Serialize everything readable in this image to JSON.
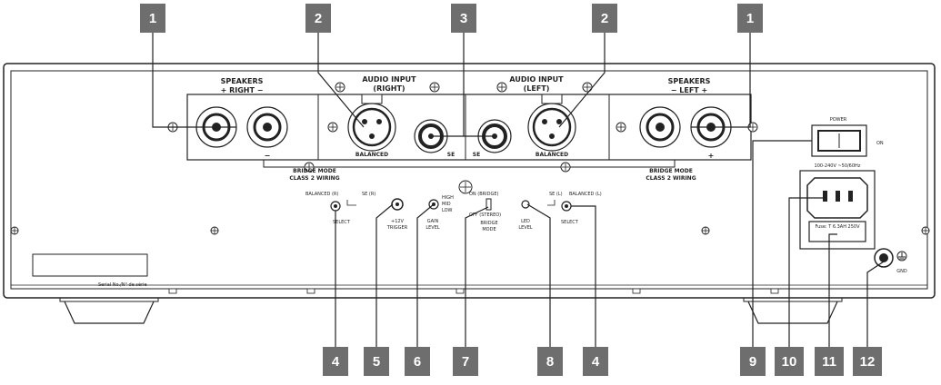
{
  "callouts": [
    {
      "id": "top-1-left",
      "label": "1"
    },
    {
      "id": "top-2-left",
      "label": "2"
    },
    {
      "id": "top-3",
      "label": "3"
    },
    {
      "id": "top-2-right",
      "label": "2"
    },
    {
      "id": "top-1-right",
      "label": "1"
    },
    {
      "id": "bot-4-left",
      "label": "4"
    },
    {
      "id": "bot-5",
      "label": "5"
    },
    {
      "id": "bot-6",
      "label": "6"
    },
    {
      "id": "bot-7",
      "label": "7"
    },
    {
      "id": "bot-8",
      "label": "8"
    },
    {
      "id": "bot-4-right",
      "label": "4"
    },
    {
      "id": "bot-9",
      "label": "9"
    },
    {
      "id": "bot-10",
      "label": "10"
    },
    {
      "id": "bot-11",
      "label": "11"
    },
    {
      "id": "bot-12",
      "label": "12"
    }
  ],
  "panel": {
    "speakers_right_title": "SPEAKERS",
    "speakers_right_sub": "+  RIGHT  −",
    "speakers_left_title": "SPEAKERS",
    "speakers_left_sub": "−  LEFT  +",
    "audio_input_right": "AUDIO INPUT",
    "audio_input_right_sub": "(RIGHT)",
    "audio_input_left": "AUDIO INPUT",
    "audio_input_left_sub": "(LEFT)",
    "balanced": "BALANCED",
    "se": "SE",
    "minus": "−",
    "plus": "+",
    "bridge_mode_line1": "BRIDGE MODE",
    "bridge_mode_line2": "CLASS 2 WIRING",
    "power": "POWER",
    "on": "ON",
    "voltage": "100-240V  ~50/60Hz",
    "fuse_label": "Fuse: T 6.3AH 250V",
    "gnd": "GND",
    "serial": "Serial No./N° de série",
    "select_balanced_r": "BALANCED (R)",
    "select_se_r": "SE (R)",
    "select": "SELECT",
    "trigger_line1": "+12V",
    "trigger_line2": "TRIGGER",
    "gain_high": "HIGH",
    "gain_mid": "MID",
    "gain_low": "LOW",
    "gain_line1": "GAIN",
    "gain_line2": "LEVEL",
    "bridge_on": "ON (BRIDGE)",
    "bridge_off": "OFF (STEREO)",
    "bridge_line1": "BRIDGE",
    "bridge_line2": "MODE",
    "led_line1": "LED",
    "led_line2": "LEVEL",
    "select_se_l": "SE (L)",
    "select_balanced_l": "BALANCED (L)"
  }
}
